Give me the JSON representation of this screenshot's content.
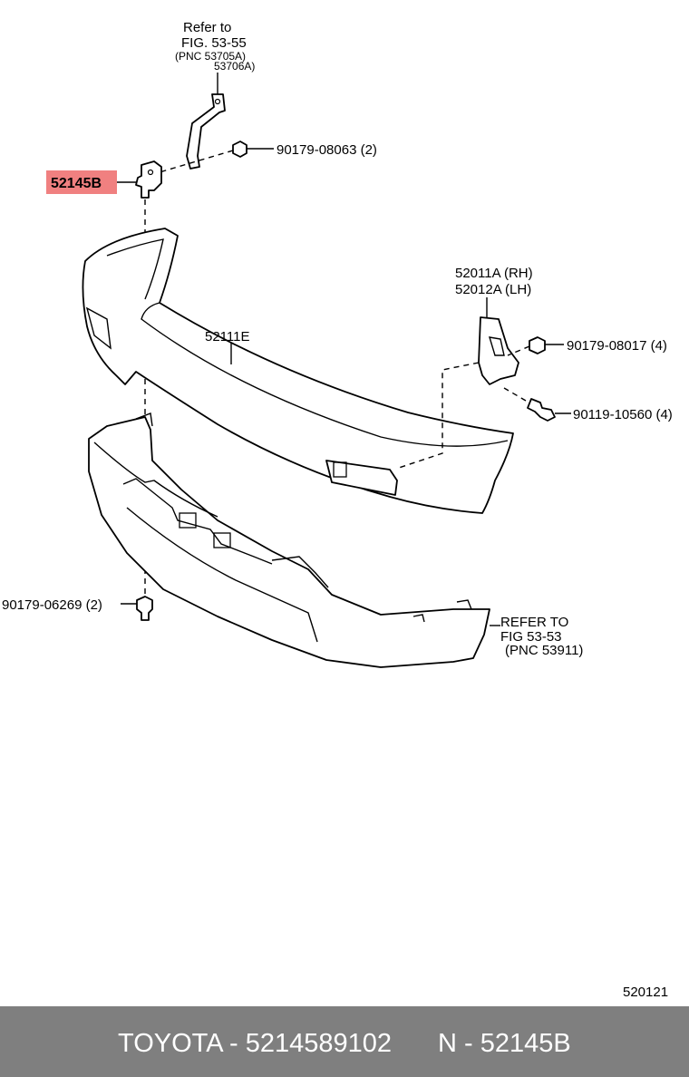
{
  "diagram": {
    "labels": {
      "refer_top_1": "Refer  to",
      "refer_top_2": "FIG. 53-55",
      "refer_top_3": "(PNC  53705A)",
      "refer_top_4": "53706A)",
      "bolt_top": "90179-08063 (2)",
      "highlight_part": "52145B",
      "bumper_bar": "52111E",
      "bracket_rh": "52011A (RH)",
      "bracket_lh": "52012A (LH)",
      "nut_right": "90179-08017 (4)",
      "bolt_right": "90119-10560 (4)",
      "nut_bottom": "90179-06269 (2)",
      "refer_bot_1": "REFER  TO",
      "refer_bot_2": "FIG  53-53",
      "refer_bot_3": "(PNC  53911)",
      "drawing_no": "520121"
    },
    "highlight_color": "#f08080"
  },
  "footer": {
    "left": "TOYOTA - 5214589102",
    "right": "N - 52145B",
    "background": "#7f7f7f"
  }
}
